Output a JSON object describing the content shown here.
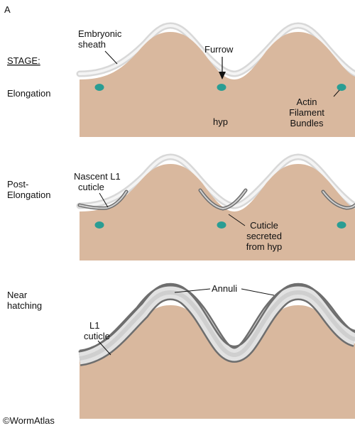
{
  "panel_letter": "A",
  "stage_label": "STAGE:",
  "stages": {
    "elongation": "Elongation",
    "post_elongation": [
      "Post-",
      "Elongation"
    ],
    "near_hatching": [
      "Near",
      "hatching"
    ]
  },
  "labels": {
    "embryonic_sheath": [
      "Embryonic",
      "sheath"
    ],
    "furrow": "Furrow",
    "hyp": "hyp",
    "actin_bundles": [
      "Actin",
      "Filament",
      "Bundles"
    ],
    "nascent_l1": [
      "Nascent L1",
      "cuticle"
    ],
    "cuticle_secreted": [
      "Cuticle",
      "secreted",
      "from hyp"
    ],
    "annuli": "Annuli",
    "l1_cuticle": [
      "L1",
      "cuticle"
    ]
  },
  "credit": "©WormAtlas",
  "colors": {
    "hypodermis": "#d9b89e",
    "actin": "#2a9d93",
    "sheath": "#e4e4e4",
    "cuticle_dark": "#6e6e6e",
    "cuticle_light": "#e2e2e2"
  }
}
